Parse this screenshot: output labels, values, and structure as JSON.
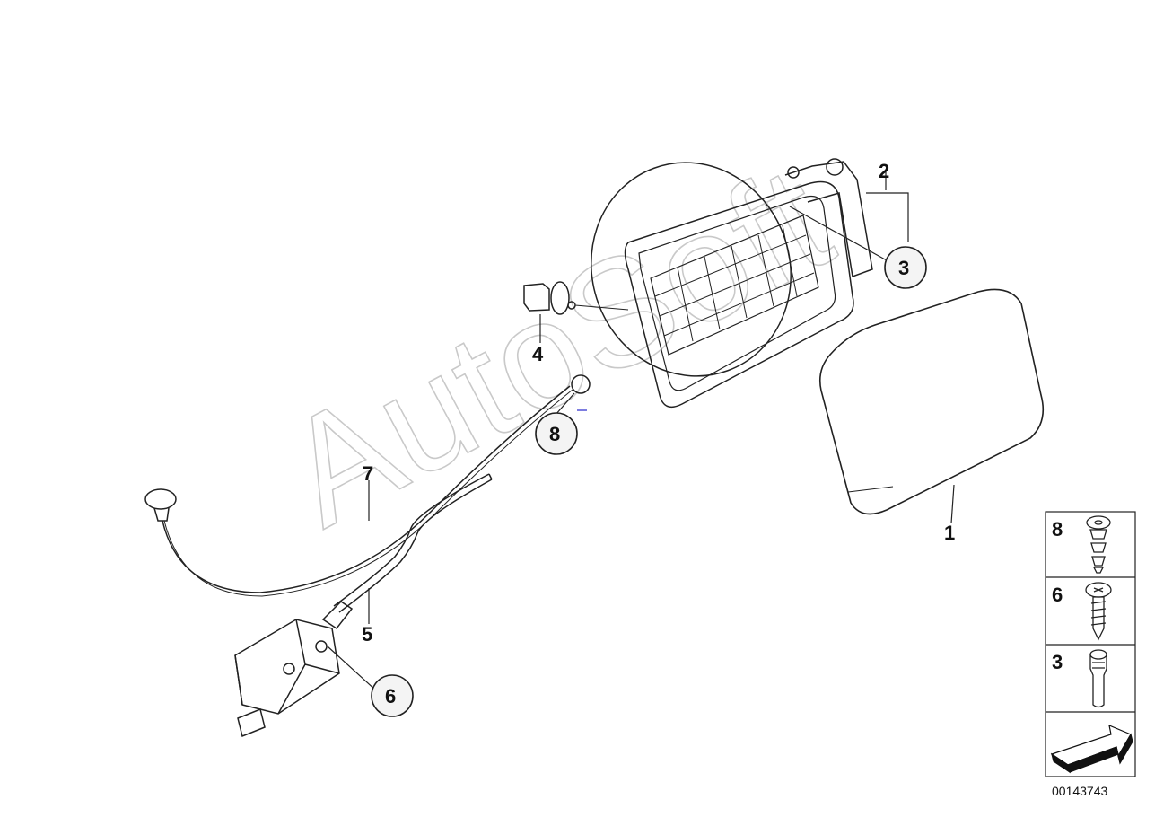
{
  "watermark": "AutoSoft",
  "diagram_id": "00143743",
  "callouts": [
    {
      "id": "1",
      "text": "1",
      "circled": false
    },
    {
      "id": "2",
      "text": "2",
      "circled": false
    },
    {
      "id": "3",
      "text": "3",
      "circled": true
    },
    {
      "id": "4",
      "text": "4",
      "circled": false
    },
    {
      "id": "5",
      "text": "5",
      "circled": false
    },
    {
      "id": "6",
      "text": "6",
      "circled": true
    },
    {
      "id": "7",
      "text": "7",
      "circled": false
    },
    {
      "id": "8",
      "text": "8",
      "circled": true
    }
  ],
  "legend": [
    {
      "num": "8",
      "icon": "push-rivet-icon"
    },
    {
      "num": "6",
      "icon": "screw-icon"
    },
    {
      "num": "3",
      "icon": "pin-icon"
    },
    {
      "num": "",
      "icon": "direction-arrow-icon"
    }
  ]
}
